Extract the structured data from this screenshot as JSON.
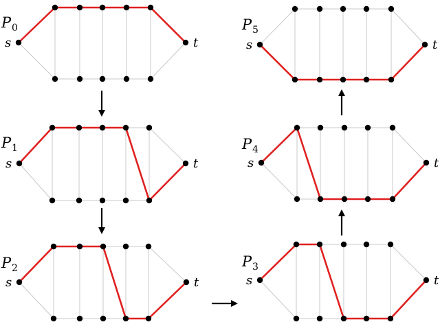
{
  "figure": {
    "panels": [
      {
        "id": "P0",
        "letter": "P",
        "index": "0",
        "s": "s",
        "t": "t",
        "path": [
          "s",
          "top1",
          "top2",
          "top3",
          "top4",
          "top5",
          "t"
        ]
      },
      {
        "id": "P1",
        "letter": "P",
        "index": "1",
        "s": "s",
        "t": "t",
        "path": [
          "s",
          "top1",
          "top2",
          "top3",
          "top4",
          "bot5",
          "t"
        ]
      },
      {
        "id": "P2",
        "letter": "P",
        "index": "2",
        "s": "s",
        "t": "t",
        "path": [
          "s",
          "top1",
          "top2",
          "top3",
          "bot4",
          "bot5",
          "t"
        ]
      },
      {
        "id": "P3",
        "letter": "P",
        "index": "3",
        "s": "s",
        "t": "t",
        "path": [
          "s",
          "top1",
          "top2",
          "bot3",
          "bot4",
          "bot5",
          "t"
        ]
      },
      {
        "id": "P4",
        "letter": "P",
        "index": "4",
        "s": "s",
        "t": "t",
        "path": [
          "s",
          "top1",
          "bot2",
          "bot3",
          "bot4",
          "bot5",
          "t"
        ]
      },
      {
        "id": "P5",
        "letter": "P",
        "index": "5",
        "s": "s",
        "t": "t",
        "path": [
          "s",
          "bot1",
          "bot2",
          "bot3",
          "bot4",
          "bot5",
          "t"
        ]
      }
    ],
    "arrows": [
      {
        "from": "P0",
        "to": "P1",
        "direction": "down"
      },
      {
        "from": "P1",
        "to": "P2",
        "direction": "down"
      },
      {
        "from": "P2",
        "to": "P3",
        "direction": "right"
      },
      {
        "from": "P3",
        "to": "P4",
        "direction": "up"
      },
      {
        "from": "P4",
        "to": "P5",
        "direction": "up"
      }
    ],
    "colors": {
      "highlight_path": "#e02020",
      "edges": "#c8c8c8",
      "nodes": "#000000"
    }
  }
}
